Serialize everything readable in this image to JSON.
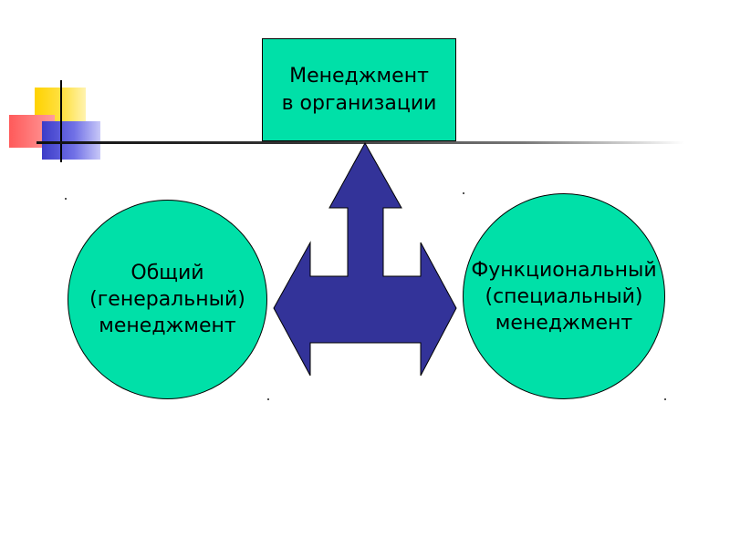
{
  "colors": {
    "shape_fill": "#00e0a8",
    "arrow_fill": "#333399",
    "outline": "#000000"
  },
  "top_box": {
    "line1": "Менеджмент",
    "line2": "в организации"
  },
  "left_circle": {
    "line1": "Общий",
    "line2": "(генеральный)",
    "line3": "менеджмент"
  },
  "right_circle": {
    "line1": "Функциональный",
    "line2": "(специальный)",
    "line3": "менеджмент"
  },
  "arrow": {
    "icon": "three-way-arrow-icon",
    "directions": [
      "up",
      "left",
      "right"
    ]
  }
}
